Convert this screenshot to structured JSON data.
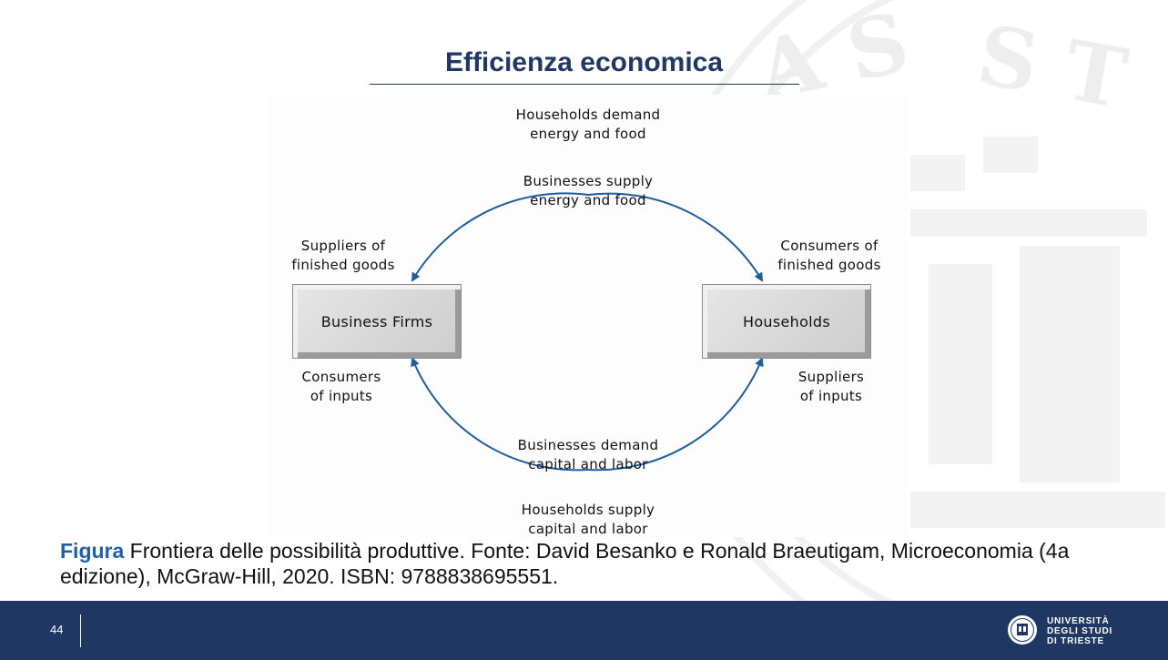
{
  "slide": {
    "title": "Efficienza economica"
  },
  "diagram": {
    "nodes": {
      "left_box": "Business Firms",
      "right_box": "Households"
    },
    "labels": {
      "top_outer": "Households demand\nenergy and food",
      "top_inner": "Businesses supply\nenergy and food",
      "left_upper": "Suppliers of\nfinished goods",
      "right_upper": "Consumers of\nfinished goods",
      "left_lower": "Consumers\nof inputs",
      "right_lower": "Suppliers\nof inputs",
      "bottom_inner": "Businesses demand\ncapital and labor",
      "bottom_outer": "Households supply\ncapital and labor"
    },
    "arrow_color": "#1f5e9c"
  },
  "caption": {
    "prefix": "Figura",
    "text": " Frontiera delle possibilità produttive. Fonte: David Besanko e Ronald Braeutigam, Microeconomia (4a edizione), McGraw-Hill, 2020. ISBN: 9788838695551."
  },
  "footer": {
    "page_number": "44",
    "logo_lines": [
      "UNIVERSITÀ",
      "DEGLI STUDI",
      "DI TRIESTE"
    ],
    "background": "#1f3763"
  },
  "colors": {
    "title": "#1f3864",
    "caption_prefix": "#1f5ea8"
  }
}
